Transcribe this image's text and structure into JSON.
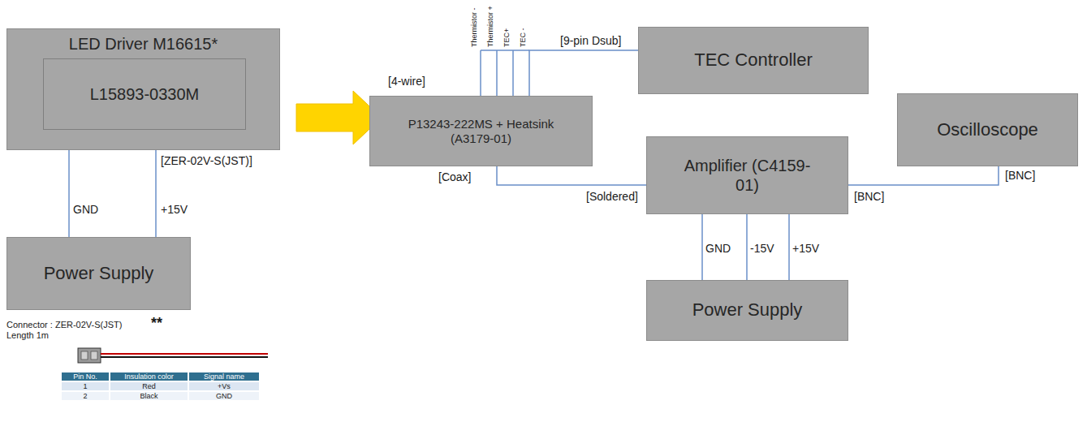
{
  "diagram": {
    "nodes": [
      {
        "text": [
          "LED Driver M16615*"
        ]
      },
      {
        "text": [
          "L15893-0330M"
        ],
        "in": 0
      },
      {
        "text": [
          "Power Supply"
        ]
      },
      {
        "text": [
          "P13243-222MS + Heatsink (A3179-01)"
        ]
      },
      {
        "text": [
          "TEC Controller"
        ]
      },
      {
        "text": [
          "Oscilloscope"
        ]
      },
      {
        "text": [
          "Amplifier (C4159-01)"
        ]
      },
      {
        "text": [
          "Power Supply"
        ]
      }
    ],
    "edges": [
      {
        "from": 0,
        "to": 2,
        "label": "GND",
        "arrow": "none"
      },
      {
        "from": 0,
        "to": 2,
        "label": "+15V",
        "arrow": "none"
      },
      {
        "from": 3,
        "to": 4,
        "arrow": "none"
      },
      {
        "from": 3,
        "to": 6,
        "arrow": "none"
      },
      {
        "from": 6,
        "to": 5,
        "arrow": "none"
      },
      {
        "from": 6,
        "to": 7,
        "label": "GND",
        "arrow": "none"
      },
      {
        "from": 6,
        "to": 7,
        "label": "-15V",
        "arrow": "none"
      },
      {
        "from": 6,
        "to": 7,
        "label": "+15V",
        "arrow": "none"
      }
    ],
    "labels": [
      "[ZER-02V-S(JST)]",
      "Connector : ZER-02V-S(JST)",
      "**",
      "Length 1m",
      "Pin No.",
      "Insulation color",
      "Signal name",
      "1",
      "Red",
      "+Vs",
      "2",
      "Black",
      "GND",
      "Thermistor -",
      "Thermistor +",
      "TEC+",
      "TEC -",
      "[4-wire]",
      "[9-pin Dsub]",
      "[Coax]",
      "[Soldered]",
      "[BNC]",
      "[BNC]"
    ]
  }
}
